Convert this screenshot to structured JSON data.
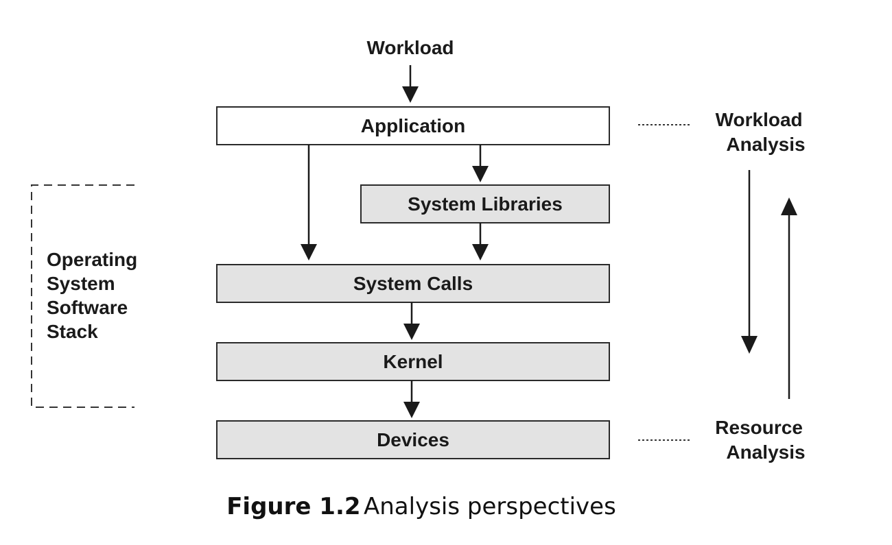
{
  "diagram": {
    "input_label": "Workload",
    "nodes": {
      "application": "Application",
      "system_libraries": "System Libraries",
      "system_calls": "System Calls",
      "kernel": "Kernel",
      "devices": "Devices"
    },
    "stack_label": [
      "Operating",
      "System",
      "Software",
      "Stack"
    ],
    "workload_analysis": [
      "Workload",
      "Analysis"
    ],
    "resource_analysis": [
      "Resource",
      "Analysis"
    ],
    "colors": {
      "top_box_fill": "#ffffff",
      "box_fill": "#e3e3e3",
      "line": "#1a1a1a"
    }
  },
  "caption": {
    "number": "Figure 1.2",
    "title": "Analysis perspectives"
  }
}
